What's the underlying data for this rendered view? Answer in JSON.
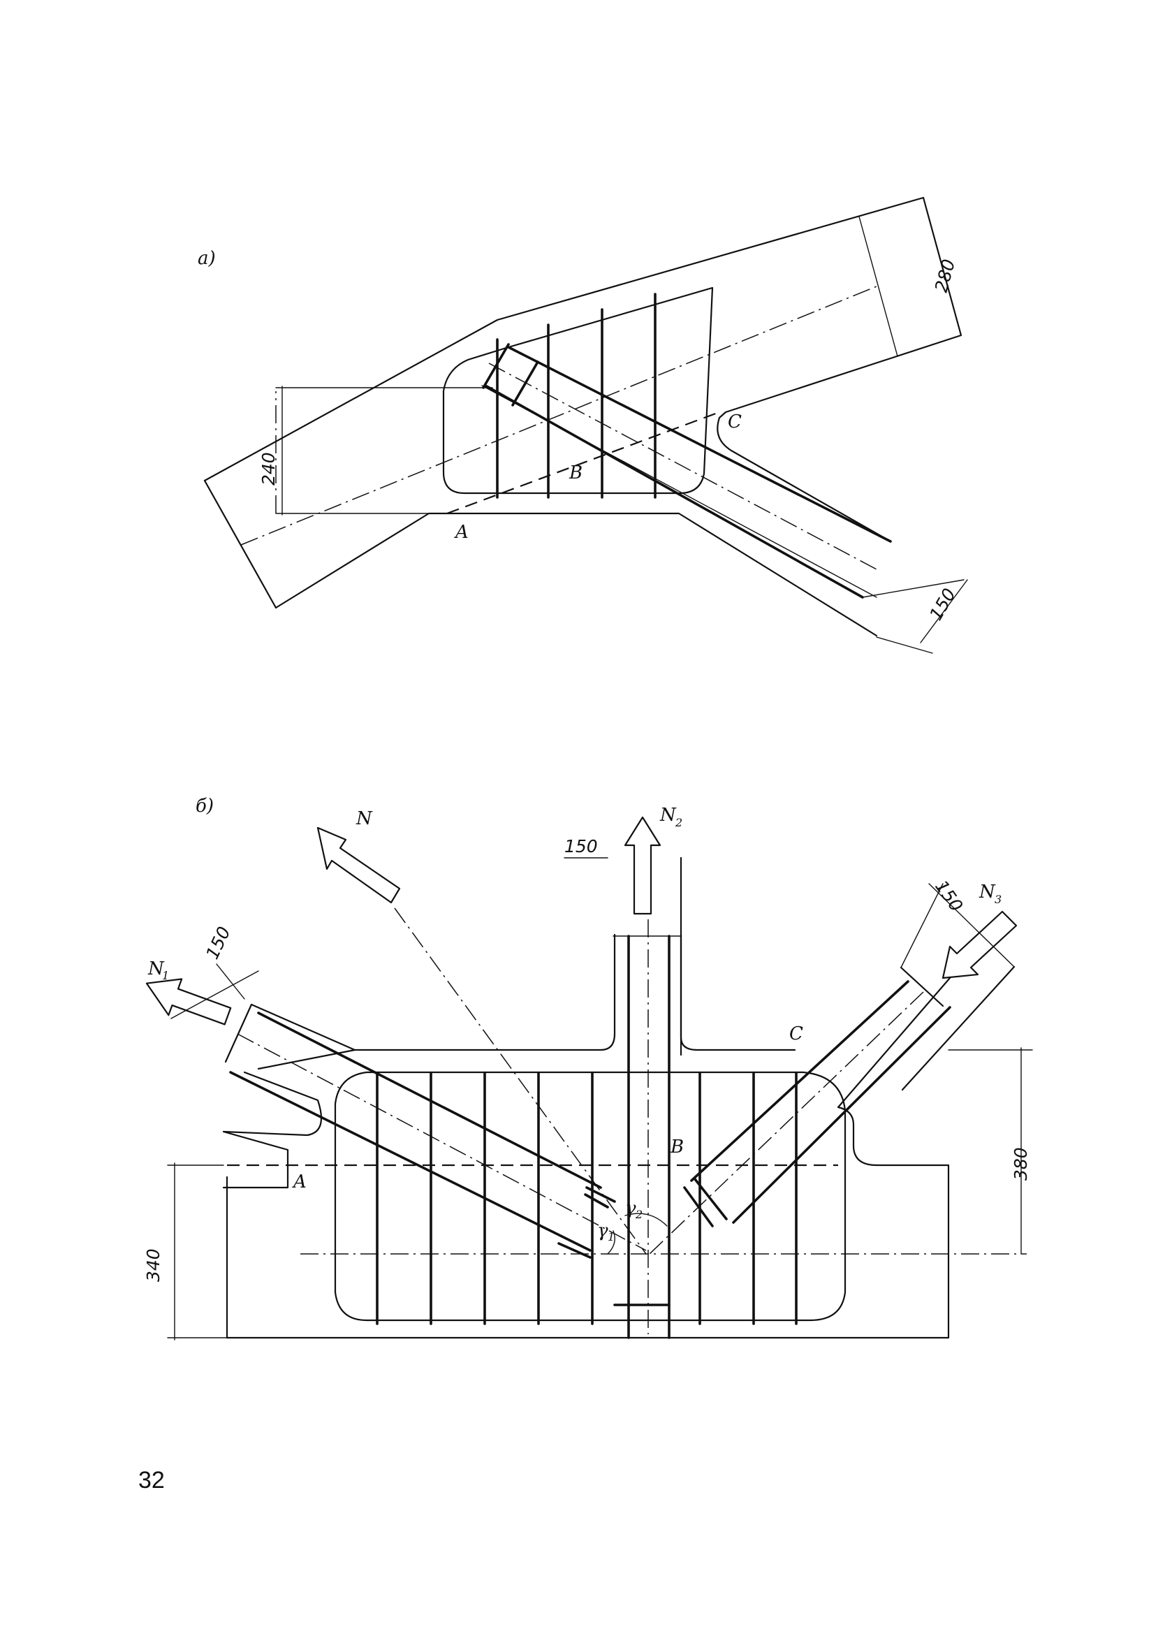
{
  "figure_a": {
    "panel_label": "а)",
    "point_labels": {
      "a": "A",
      "b": "B",
      "c": "C"
    },
    "dimensions": {
      "d280": "280",
      "d240": "240",
      "d150": "150"
    }
  },
  "figure_b": {
    "panel_label": "б)",
    "point_labels": {
      "a": "A",
      "b": "B",
      "c": "C"
    },
    "forces": {
      "n": "N",
      "n1": "N",
      "n1_sub": "1",
      "n2": "N",
      "n2_sub": "2",
      "n3": "N",
      "n3_sub": "3"
    },
    "angles": {
      "gamma1": "γ",
      "gamma1_sub": "1",
      "gamma2": "γ",
      "gamma2_sub": "2"
    },
    "dimensions": {
      "d150_left": "150",
      "d150_top": "150",
      "d150_right": "150",
      "d380": "380",
      "d340": "340"
    }
  },
  "page_number": "32"
}
